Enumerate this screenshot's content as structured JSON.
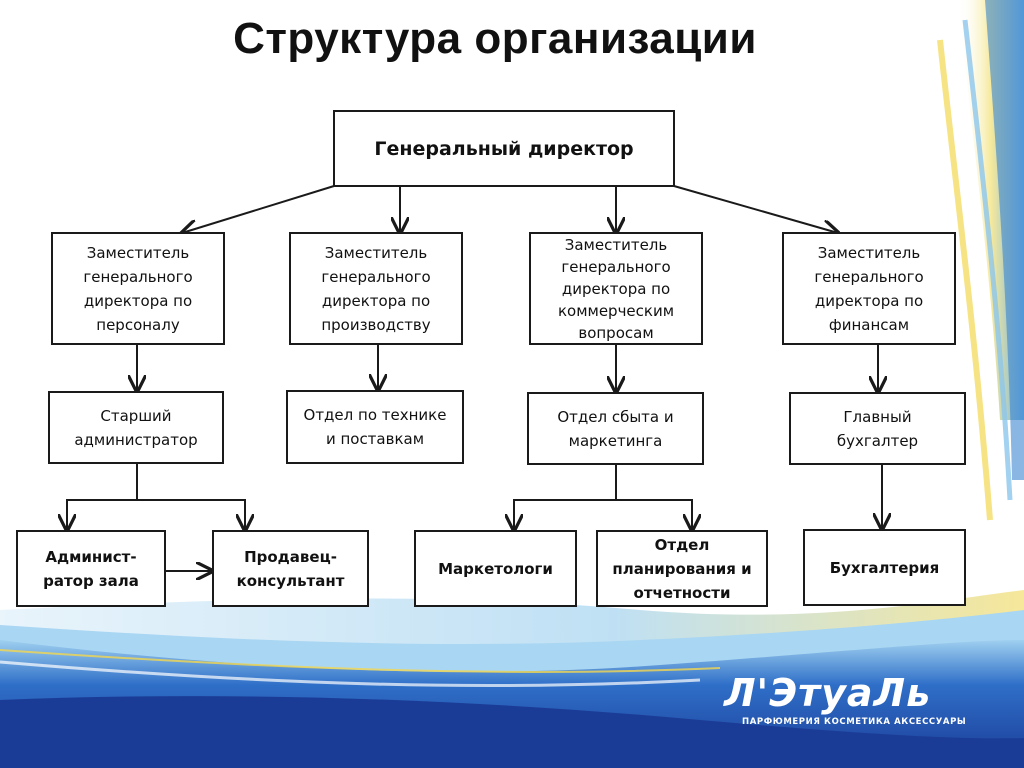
{
  "title": "Структура организации",
  "ceo": "Генеральный директор",
  "deputies": [
    "Заместитель\nгенерального\nдиректора по\nперсоналу",
    "Заместитель\nгенерального\nдиректора по\nпроизводству",
    "Заместитель\nгенерального\nдиректора по\nкоммерческим\nвопросам",
    "Заместитель\nгенерального\nдиректора по\nфинансам"
  ],
  "departments": [
    "Старший\nадминистратор",
    "Отдел по технике\nи поставкам",
    "Отдел сбыта и\nмаркетинга",
    "Главный\nбухгалтер"
  ],
  "units": [
    "Админист-\nратор зала",
    "Продавец-\nконсультант",
    "Маркетологи",
    "Отдел\nпланирования и\nотчетности",
    "Бухгалтерия"
  ],
  "logo": {
    "brand": "Л'ЭтуаЛь",
    "tagline": "ПАРФЮМЕРИЯ КОСМЕТИКА АКСЕССУАРЫ"
  },
  "colors": {
    "border": "#1a1a1a",
    "wave_blue": "#1d3f9e",
    "wave_light": "#6fb6e8",
    "accent_yellow": "#f1d54a"
  }
}
